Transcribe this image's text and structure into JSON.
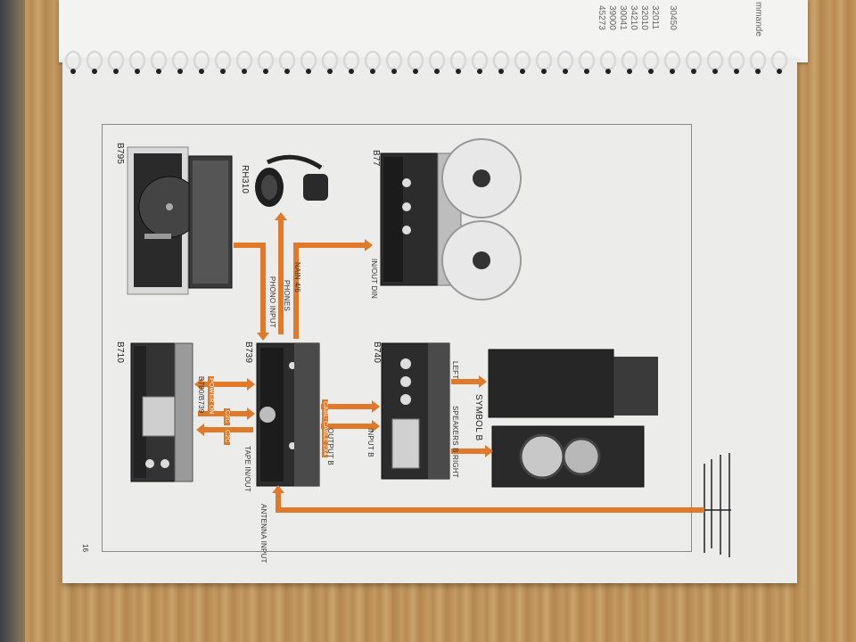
{
  "top_page": {
    "header_fragment": "mmande",
    "codes": [
      "30450",
      "32011",
      "32010",
      "34210",
      "30041",
      "39000",
      "45273"
    ]
  },
  "page_number": "16",
  "devices": {
    "b795": "B795",
    "rh310": "RH310",
    "b77": "B77",
    "b710": "B710",
    "b739": "B739",
    "b740": "B740",
    "symbol_b": "SYMBOL B"
  },
  "connections": {
    "phono_input": "PHONO INPUT",
    "phones": "PHONES",
    "in_out_din": "IN/OUT DIN",
    "power_on": "POWER ON",
    "power_on_models": "B780/B739",
    "c2c_1": "C2C",
    "c2c_2": "C2C",
    "tape_in_out": "TAPE IN/OUT",
    "antenna_input": "ANTENNA INPUT",
    "output_b": "OUTPUT B",
    "cable_1": "CABLE 2X4",
    "cable_2": "CABLE 2X4",
    "input_b": "INPUT B",
    "left": "LEFT",
    "speakers_b": "SPEAKERS B",
    "right": "RIGHT",
    "cable_tag": "NAIN 4/6"
  },
  "colors": {
    "arrow": "#e07a2a",
    "page": "#ececea",
    "device_dark": "#2b2b2b",
    "device_silver": "#b9b9b9"
  }
}
